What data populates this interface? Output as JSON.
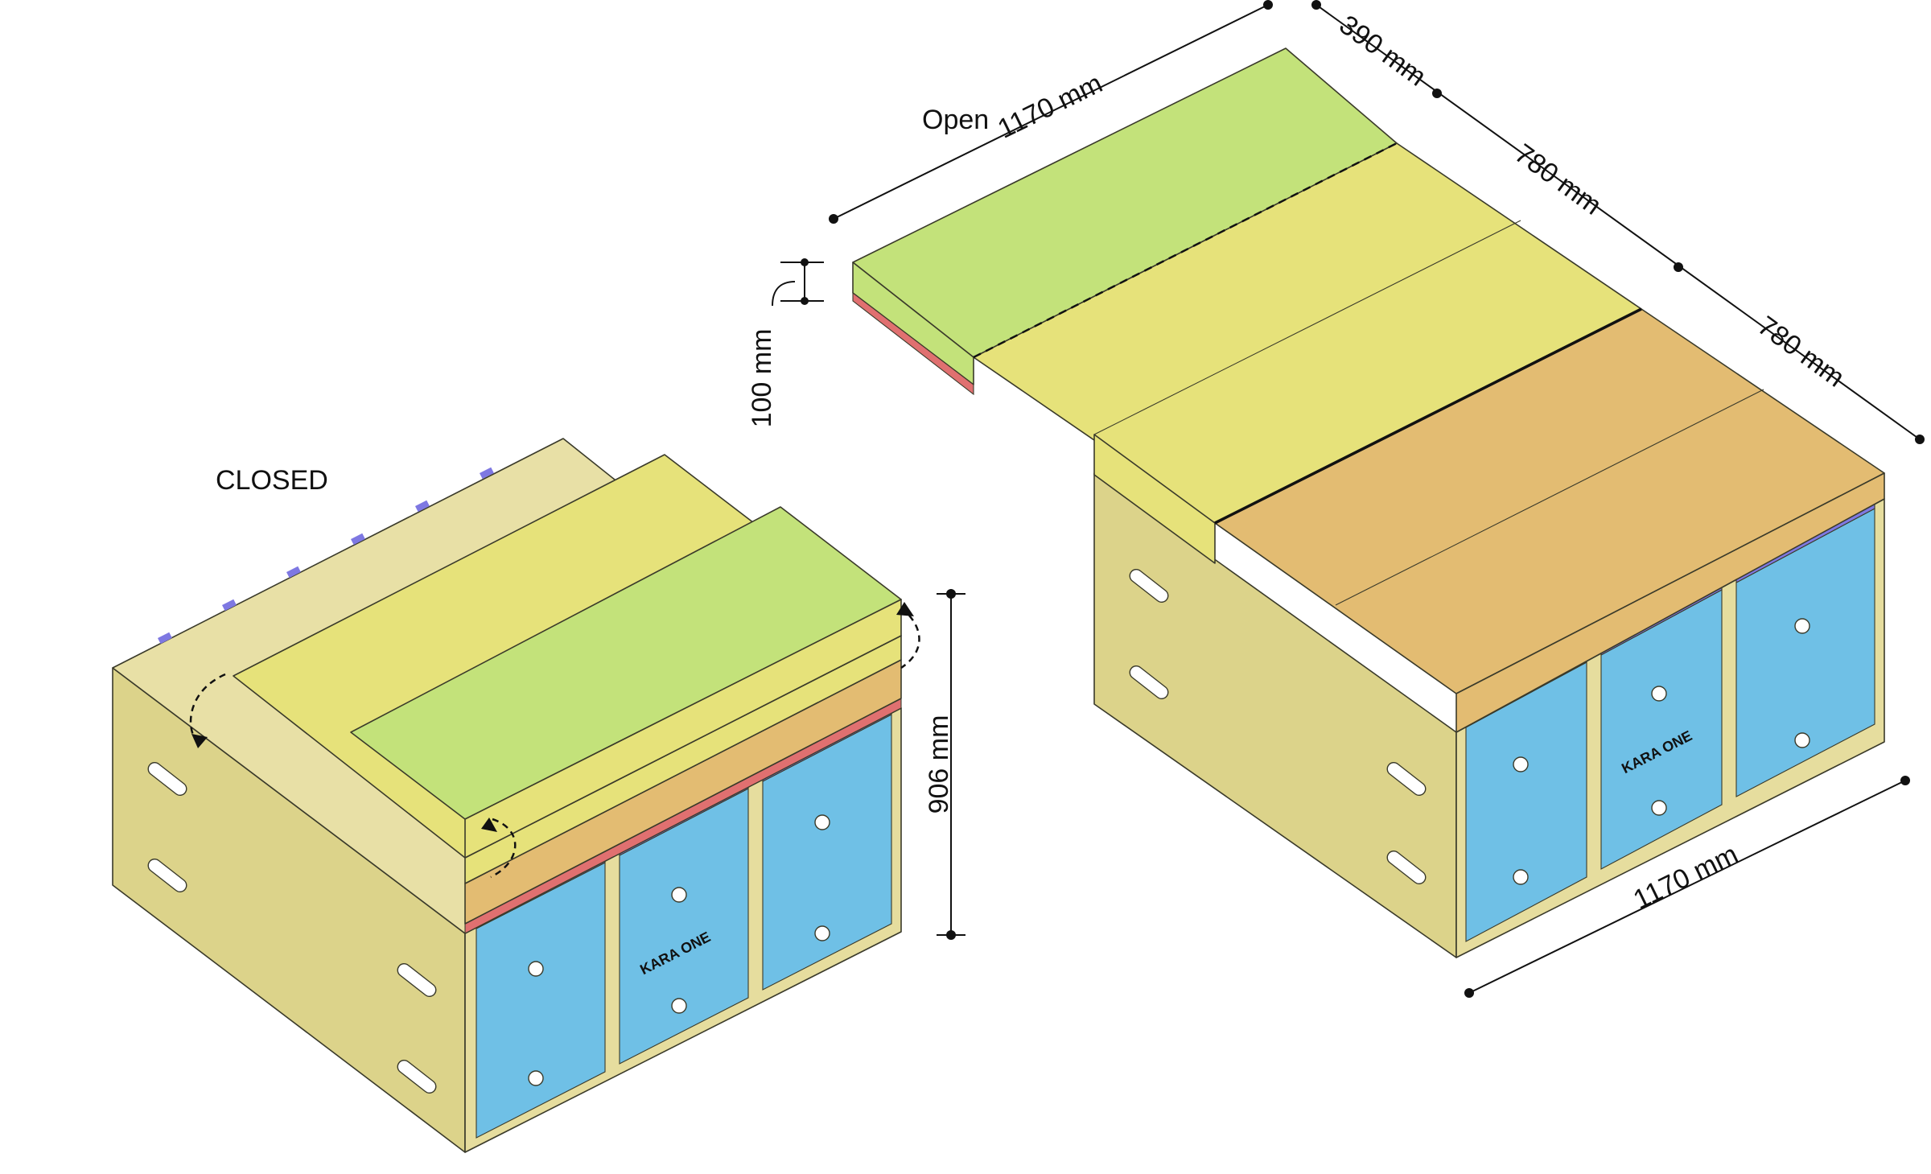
{
  "closed": {
    "label": "CLOSED",
    "height_dim": "906 mm"
  },
  "open": {
    "label": "Open",
    "top_width_dim": "1170 mm",
    "ext_dim": "390 mm",
    "depth_dim_1": "780 mm",
    "depth_dim_2": "780 mm",
    "thickness_dim": "100 mm",
    "front_width_dim": "1170 mm"
  },
  "brand_mark": "KARA ONE",
  "colors": {
    "wood": "#dcd38a",
    "wood_light": "#e8e0a6",
    "drawer_blue": "#6fc0e6",
    "trim_purple": "#7e78e2",
    "cushion_green": "#c3e27a",
    "cushion_yellow": "#e6e27a",
    "cushion_orange": "#e3bc72",
    "accent_red": "#e07070"
  }
}
